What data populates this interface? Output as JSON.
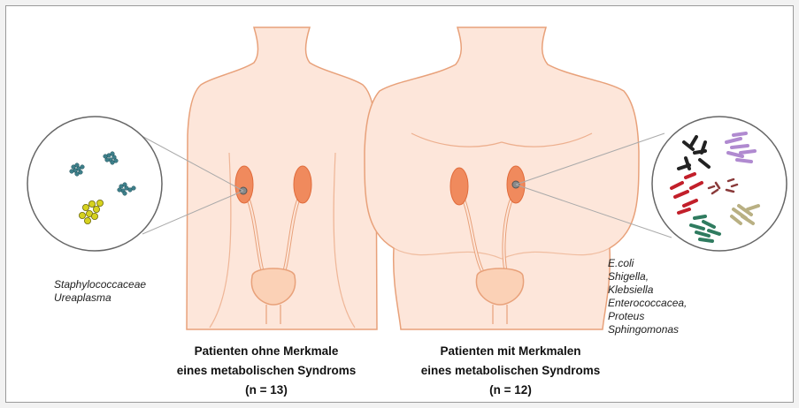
{
  "left_panel": {
    "caption_line1": "Patienten ohne Merkmale",
    "caption_line2": "eines metabolischen Syndroms",
    "caption_line3": "(n = 13)",
    "bacteria": [
      "Staphylococcaceae",
      "Ureaplasma"
    ]
  },
  "right_panel": {
    "caption_line1": "Patienten mit Merkmalen",
    "caption_line2": "eines metabolischen Syndroms",
    "caption_line3": "(n = 12)",
    "bacteria": [
      "E.coli",
      "Shigella,",
      "Klebsiella",
      "Enterococcacea,",
      "Proteus",
      "Sphingomonas"
    ]
  },
  "colors": {
    "skin": "#fde6da",
    "skin_outline": "#e8a17a",
    "kidney": "#f08a5d",
    "bladder": "#fbd1b6",
    "circle_outline": "#666666"
  }
}
